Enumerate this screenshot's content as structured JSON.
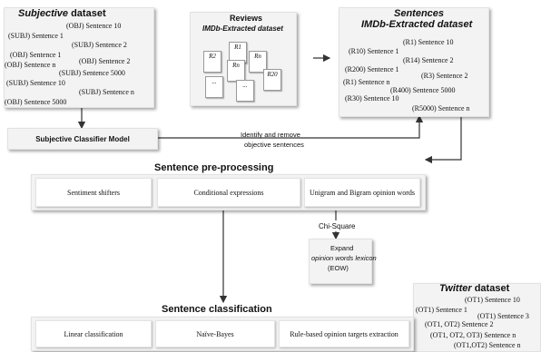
{
  "subjective": {
    "title_italic": "Subjective",
    "title_rest": " dataset",
    "lines": [
      "(OBJ) Sentence 10",
      "(SUBJ) Sentence 1",
      "(SUBJ) Sentence 2",
      "(OBJ) Sentence 1",
      "(OBJ) Sentence 2",
      "(OBJ) Sentence n",
      "(SUBJ) Sentence 5000",
      "(SUBJ) Sentence 10",
      "(SUBJ) Sentence n",
      "(OBJ) Sentence 5000"
    ]
  },
  "reviews": {
    "title": "Reviews",
    "subtitle": "IMDb-Extracted dataset",
    "docs": [
      "R2",
      "R1",
      "Rn",
      "Rn",
      "R20",
      "...",
      "..."
    ]
  },
  "sentences": {
    "title": "Sentences",
    "subtitle": "IMDb-Extracted dataset",
    "lines": [
      "(R1) Sentence 10",
      "(R10) Sentence 1",
      "(R14) Sentence 2",
      "(R200) Sentence 1",
      "(R3) Sentence 2",
      "(R1) Sentence n",
      "(R400) Sentence 5000",
      "(R30) Sentence 10",
      "(R5000) Sentence n"
    ]
  },
  "classifier": {
    "label": "Subjective Classifier Model"
  },
  "identify": {
    "line1": "Identify and remove",
    "line2": "objective sentences"
  },
  "preprocessing": {
    "title": "Sentence pre-processing",
    "cells": [
      "Sentiment shifters",
      "Conditional expressions",
      "Unigram and Bigram opinion words"
    ]
  },
  "chi": {
    "label": "Chi-Square"
  },
  "expand": {
    "line1": "Expand",
    "line2": "opinion words lexicon",
    "line3": "(EOW)"
  },
  "twitter": {
    "title_italic": "Twitter",
    "title_rest": " dataset",
    "lines": [
      "(OT1) Sentence 10",
      "(OT1) Sentence 1",
      "(OT1) Sentence 3",
      "(OT1, OT2) Sentence 2",
      "(OT1, OT2, OT3) Sentence n",
      "(OT1,OT2) Sentence n"
    ]
  },
  "classification": {
    "title": "Sentence classification",
    "cells": [
      "Linear classification",
      "Naïve-Bayes",
      "Rule-based opinion targets extraction"
    ]
  }
}
